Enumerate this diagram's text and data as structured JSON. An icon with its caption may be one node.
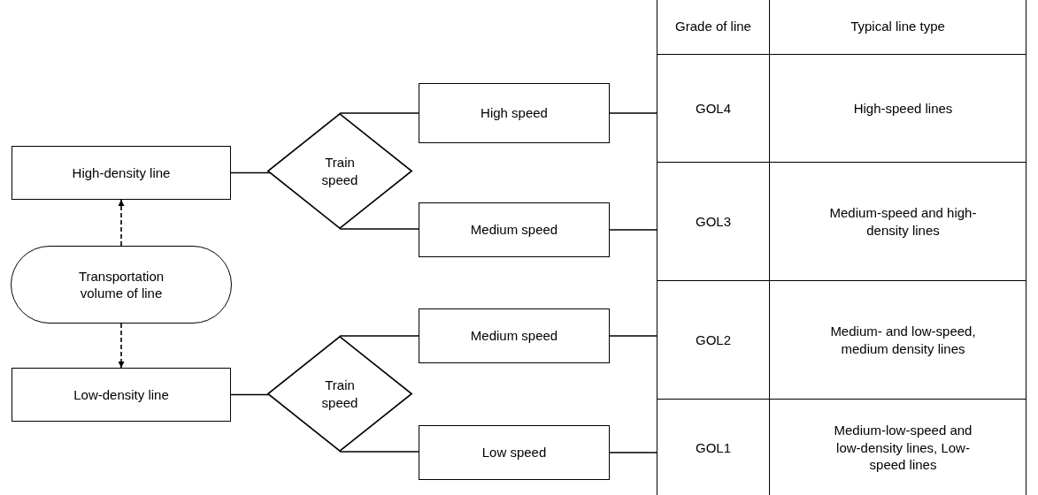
{
  "diagram": {
    "nodes": [
      {
        "text": [
          "High-density line"
        ]
      },
      {
        "text": [
          "Train speed"
        ]
      },
      {
        "text": [
          "High speed"
        ]
      },
      {
        "text": [
          "Medium speed"
        ]
      },
      {
        "text": [
          "Transportation volume of line"
        ]
      },
      {
        "text": [
          "Low-density line"
        ]
      },
      {
        "text": [
          "Train speed"
        ]
      },
      {
        "text": [
          "Medium speed"
        ]
      },
      {
        "text": [
          "Low speed"
        ]
      },
      {
        "text": [
          "GOL4"
        ]
      },
      {
        "text": [
          "GOL3"
        ]
      },
      {
        "text": [
          "GOL2"
        ]
      },
      {
        "text": [
          "GOL1"
        ]
      }
    ],
    "edges": [
      {
        "from": 4,
        "to": 0,
        "arrow": "to",
        "style": "dashed"
      },
      {
        "from": 4,
        "to": 5,
        "arrow": "to",
        "style": "dashed"
      },
      {
        "from": 0,
        "to": 1,
        "arrow": "none"
      },
      {
        "from": 1,
        "to": 2,
        "arrow": "none"
      },
      {
        "from": 1,
        "to": 3,
        "arrow": "none"
      },
      {
        "from": 5,
        "to": 6,
        "arrow": "none"
      },
      {
        "from": 6,
        "to": 7,
        "arrow": "none"
      },
      {
        "from": 6,
        "to": 8,
        "arrow": "none"
      },
      {
        "from": 2,
        "to": 9,
        "arrow": "none"
      },
      {
        "from": 3,
        "to": 10,
        "arrow": "none"
      },
      {
        "from": 7,
        "to": 11,
        "arrow": "none"
      },
      {
        "from": 8,
        "to": 12,
        "arrow": "none"
      }
    ],
    "labels": [
      "Grade of line",
      "Typical line type",
      "High-speed lines",
      "Medium-speed and high-density lines",
      "Medium- and low-speed, medium density lines",
      "Medium-low-speed and low-density lines, Low-speed lines"
    ]
  }
}
